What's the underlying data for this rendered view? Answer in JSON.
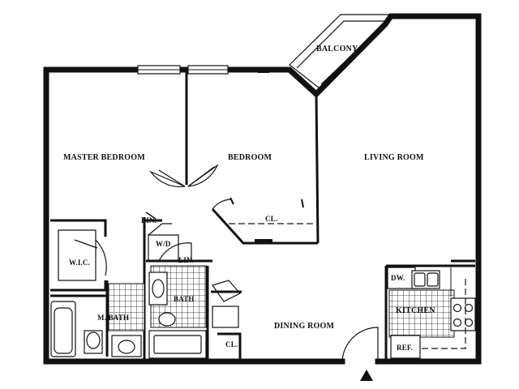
{
  "rooms": {
    "balcony": "BALCONY",
    "master_bedroom": "MASTER BEDROOM",
    "bedroom": "BEDROOM",
    "living_room": "LIVING ROOM",
    "closet_bedroom": "CL.",
    "linen_1": "LIN.",
    "wd": "W/D",
    "linen_2": "LIN.",
    "wic": "W.I.C.",
    "m_bath": "M. BATH",
    "bath": "BATH",
    "kitchen": "KITCHEN",
    "dw": "DW.",
    "dining_room": "DINING ROOM",
    "closet_entry": "CL.",
    "ref": "REF."
  },
  "colors": {
    "ink": "#111111",
    "paper": "#ffffff"
  }
}
